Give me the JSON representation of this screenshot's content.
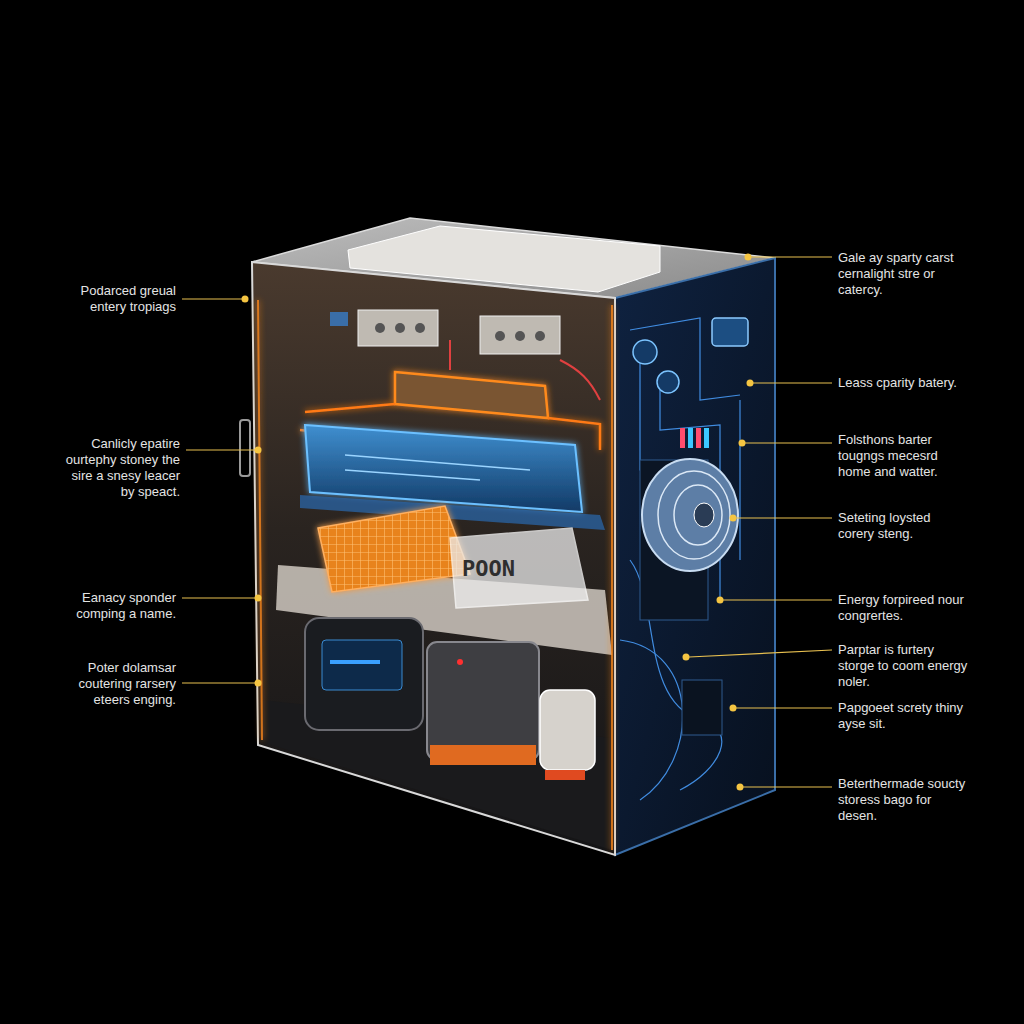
{
  "diagram": {
    "labels": [
      "Podarced greual entery tropiags",
      "Canlicly epatire ourtephy stoney the sire a snesy leacer by speact.",
      "Eanacy sponder comping a name.",
      "Poter dolamsar coutering rarsery eteers enging.",
      "Gale ay sparty carst cernalight stre or catercy.",
      "Leass cparity batery.",
      "Folsthons barter tougngs mecesrd home and watter.",
      "Seteting loysted corery steng.",
      "Energy forpireed nour congrertes.",
      "Parptar is furtery storge to coom energy noler.",
      "Papgoeet screty thiny ayse sit.",
      "Beterthermade soucty storess bago for desen.",
      "POON"
    ]
  }
}
